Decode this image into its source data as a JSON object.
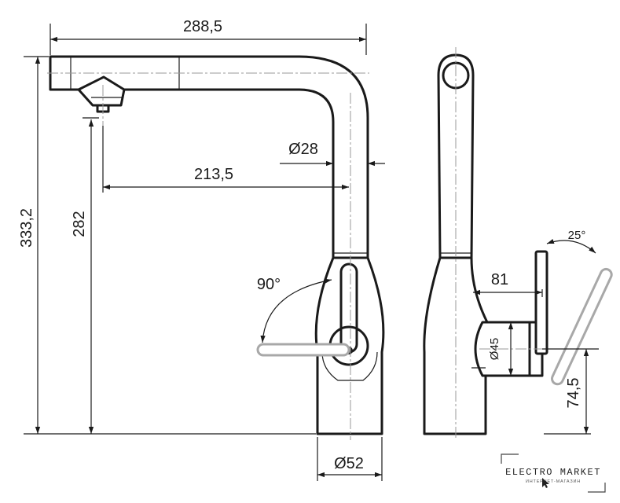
{
  "dimensions": {
    "overall_reach": "288,5",
    "spout_diameter": "Ø28",
    "spout_reach": "213,5",
    "overall_height": "333,2",
    "outlet_height": "282",
    "lever_rotation": "90°",
    "base_diameter": "Ø52",
    "lever_tilt": "25°",
    "lever_projection": "81",
    "lever_hub_diameter": "Ø45",
    "lever_axis_height": "74,5"
  },
  "logo": {
    "name": "ELECTRO MARKET",
    "subtitle": "ИНТЕРНЕТ-МАГАЗИН"
  }
}
